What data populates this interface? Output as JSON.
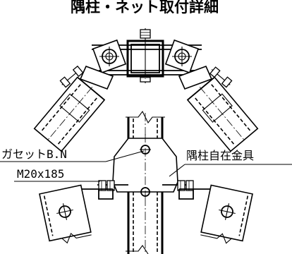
{
  "title": "隅柱・ネット取付詳細",
  "labels": {
    "gusset_bolt": "ガセットB.N",
    "bolt_size": "M20x185",
    "corner_fitting": "隅柱自在金具"
  }
}
